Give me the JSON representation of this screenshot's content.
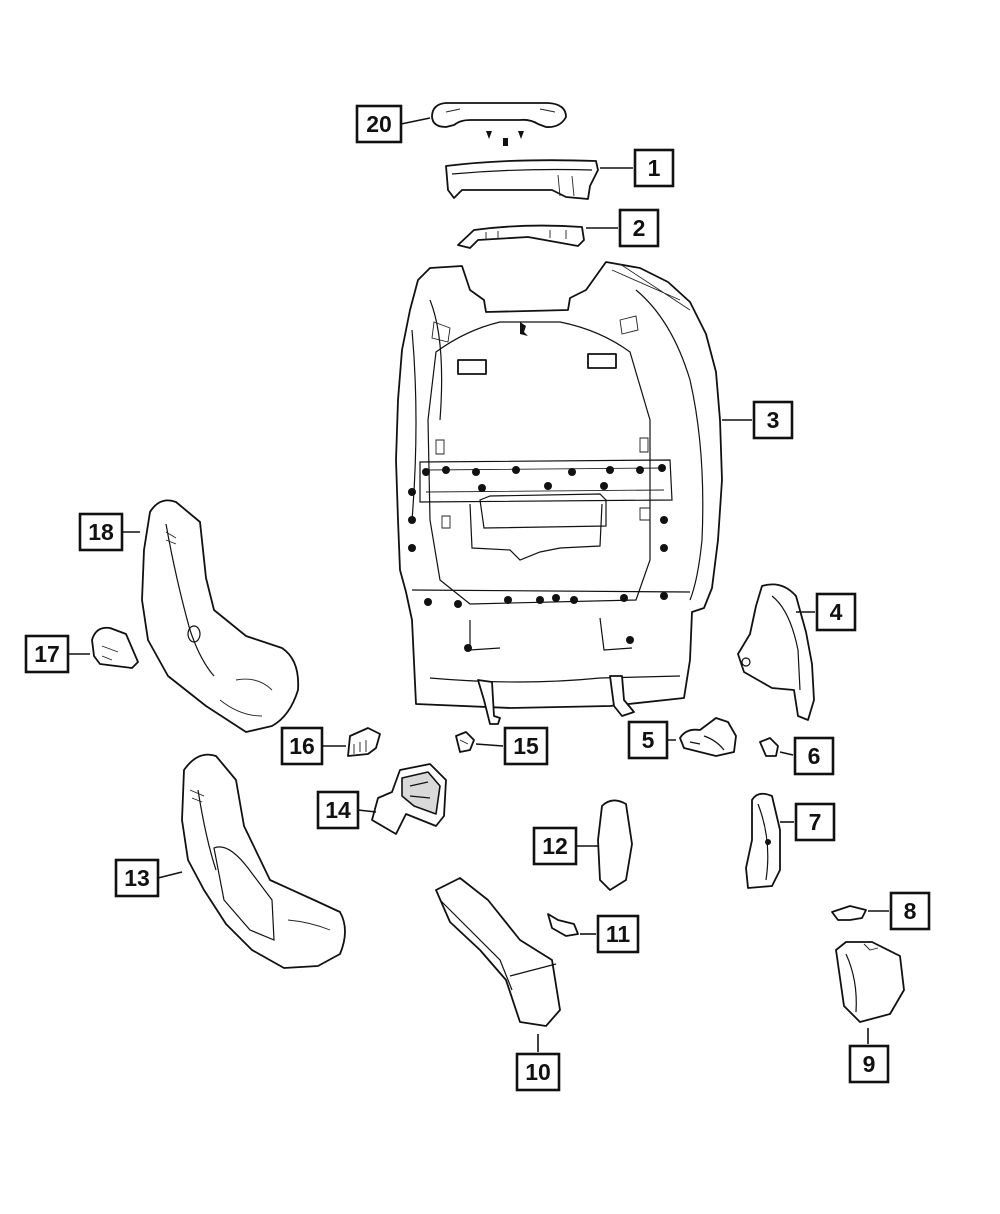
{
  "diagram": {
    "callouts": [
      {
        "id": "20",
        "label": "20"
      },
      {
        "id": "1",
        "label": "1"
      },
      {
        "id": "2",
        "label": "2"
      },
      {
        "id": "3",
        "label": "3"
      },
      {
        "id": "18",
        "label": "18"
      },
      {
        "id": "4",
        "label": "4"
      },
      {
        "id": "17",
        "label": "17"
      },
      {
        "id": "16",
        "label": "16"
      },
      {
        "id": "15",
        "label": "15"
      },
      {
        "id": "5",
        "label": "5"
      },
      {
        "id": "6",
        "label": "6"
      },
      {
        "id": "14",
        "label": "14"
      },
      {
        "id": "7",
        "label": "7"
      },
      {
        "id": "12",
        "label": "12"
      },
      {
        "id": "13",
        "label": "13"
      },
      {
        "id": "8",
        "label": "8"
      },
      {
        "id": "11",
        "label": "11"
      },
      {
        "id": "9",
        "label": "9"
      },
      {
        "id": "10",
        "label": "10"
      }
    ]
  }
}
